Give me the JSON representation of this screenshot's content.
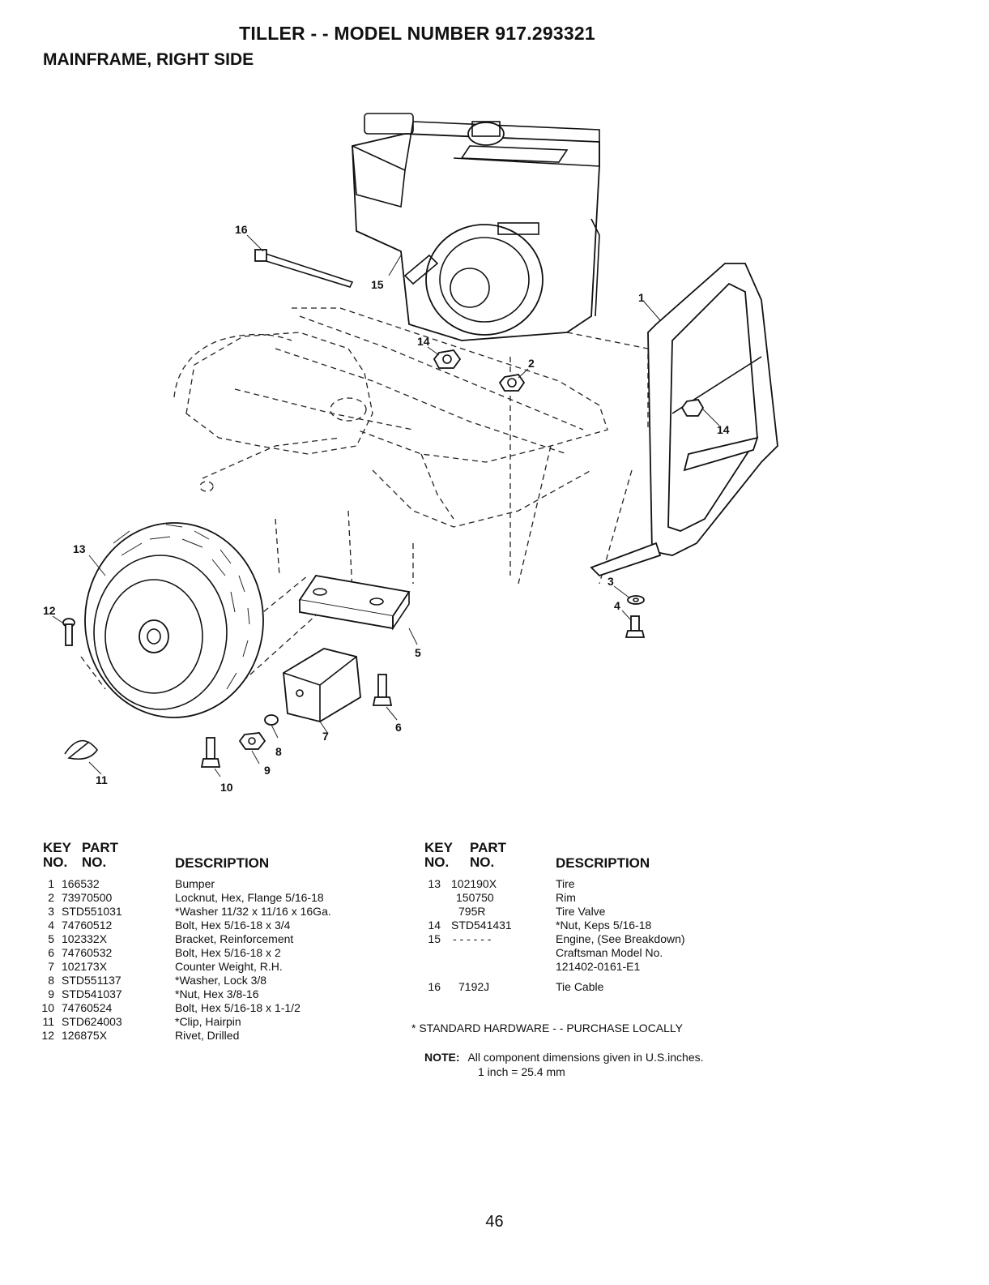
{
  "header": {
    "title": "TILLER - - MODEL NUMBER 917.293321",
    "section": "MAINFRAME, RIGHT SIDE"
  },
  "callouts": [
    "1",
    "2",
    "3",
    "4",
    "5",
    "6",
    "7",
    "8",
    "9",
    "10",
    "11",
    "12",
    "13",
    "14",
    "14",
    "15",
    "16"
  ],
  "table_headers": {
    "key_line1": "KEY",
    "key_line2": "NO.",
    "part_line1": "PART",
    "part_line2": "NO.",
    "description": "DESCRIPTION"
  },
  "parts_left": [
    {
      "key": "1",
      "part": "166532",
      "desc": "Bumper"
    },
    {
      "key": "2",
      "part": "73970500",
      "desc": "Locknut, Hex, Flange  5/16-18"
    },
    {
      "key": "3",
      "part": "STD551031",
      "desc": "*Washer  11/32 x 11/16 x 16Ga."
    },
    {
      "key": "4",
      "part": "74760512",
      "desc": "Bolt, Hex  5/16-18 x 3/4"
    },
    {
      "key": "5",
      "part": "102332X",
      "desc": "Bracket, Reinforcement"
    },
    {
      "key": "6",
      "part": "74760532",
      "desc": "Bolt, Hex  5/16-18 x 2"
    },
    {
      "key": "7",
      "part": "102173X",
      "desc": "Counter Weight, R.H."
    },
    {
      "key": "8",
      "part": "STD551137",
      "desc": "*Washer, Lock  3/8"
    },
    {
      "key": "9",
      "part": "STD541037",
      "desc": "*Nut, Hex  3/8-16"
    },
    {
      "key": "10",
      "part": "74760524",
      "desc": "Bolt, Hex  5/16-18 x 1-1/2"
    },
    {
      "key": "11",
      "part": "STD624003",
      "desc": "*Clip, Hairpin"
    },
    {
      "key": "12",
      "part": "126875X",
      "desc": "Rivet, Drilled"
    }
  ],
  "parts_right": [
    {
      "key": "13",
      "part": "102190X",
      "desc": "Tire"
    },
    {
      "key": "",
      "part": "150750",
      "desc": "Rim"
    },
    {
      "key": "",
      "part": "795R",
      "desc": "Tire Valve"
    },
    {
      "key": "14",
      "part": "STD541431",
      "desc": "*Nut, Keps  5/16-18"
    },
    {
      "key": "15",
      "part": "- - - - - -",
      "desc": "Engine, (See Breakdown)"
    },
    {
      "key": "",
      "part": "",
      "desc": "Craftsman Model No."
    },
    {
      "key": "",
      "part": "",
      "desc": "121402-0161-E1"
    },
    {
      "key": "16",
      "part": "7192J",
      "desc": "Tie Cable"
    }
  ],
  "std_note": "*  STANDARD HARDWARE - - PURCHASE LOCALLY",
  "note": {
    "label": "NOTE:",
    "line1": "All component dimensions given in U.S.inches.",
    "line2": "1 inch = 25.4 mm"
  },
  "page_number": "46"
}
